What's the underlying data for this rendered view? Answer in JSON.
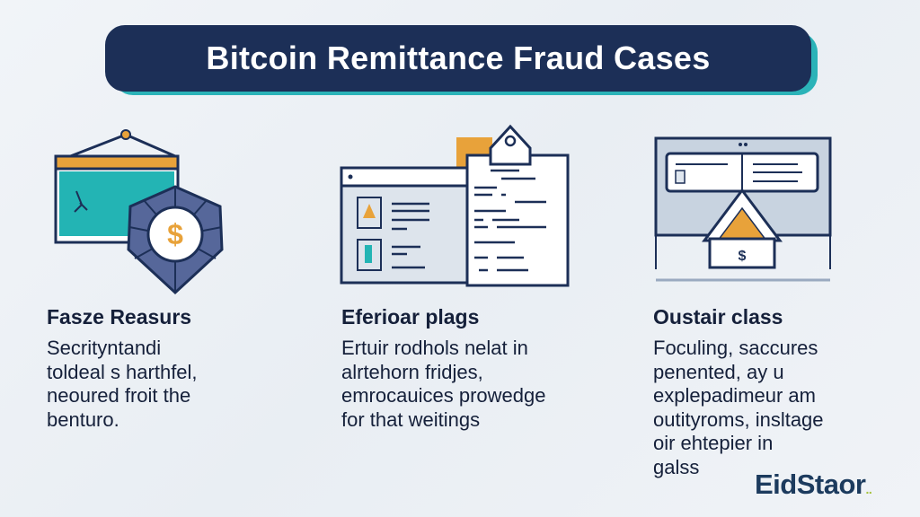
{
  "title": "Bitcoin Remittance Fraud Cases",
  "columns": [
    {
      "heading": "Fasze Reasurs",
      "body": "Secrityntandi\ntoldeal s harthfel,\nneoured froit the\nbenturo.",
      "icon": "shield-dollar-icon"
    },
    {
      "heading": "Eferioar plags",
      "body": "Ertuir rodhols nelat in\nalrtehorn fridjes,\nemrocauices prowedge\nfor that weitings",
      "icon": "documents-clipboard-icon"
    },
    {
      "heading": "Oustair class",
      "body": "Foculing, saccures\npenented, ay u\nexplepadimeur am\noutityroms, insltage\noir ehtepier  in\ngalss",
      "icon": "browser-warning-icon"
    }
  ],
  "logo": {
    "text": "EidStaor",
    "dots": ".."
  },
  "colors": {
    "navy": "#1c2f57",
    "teal": "#2bb3b8",
    "orange": "#e8a23a",
    "shield": "#56679a"
  }
}
